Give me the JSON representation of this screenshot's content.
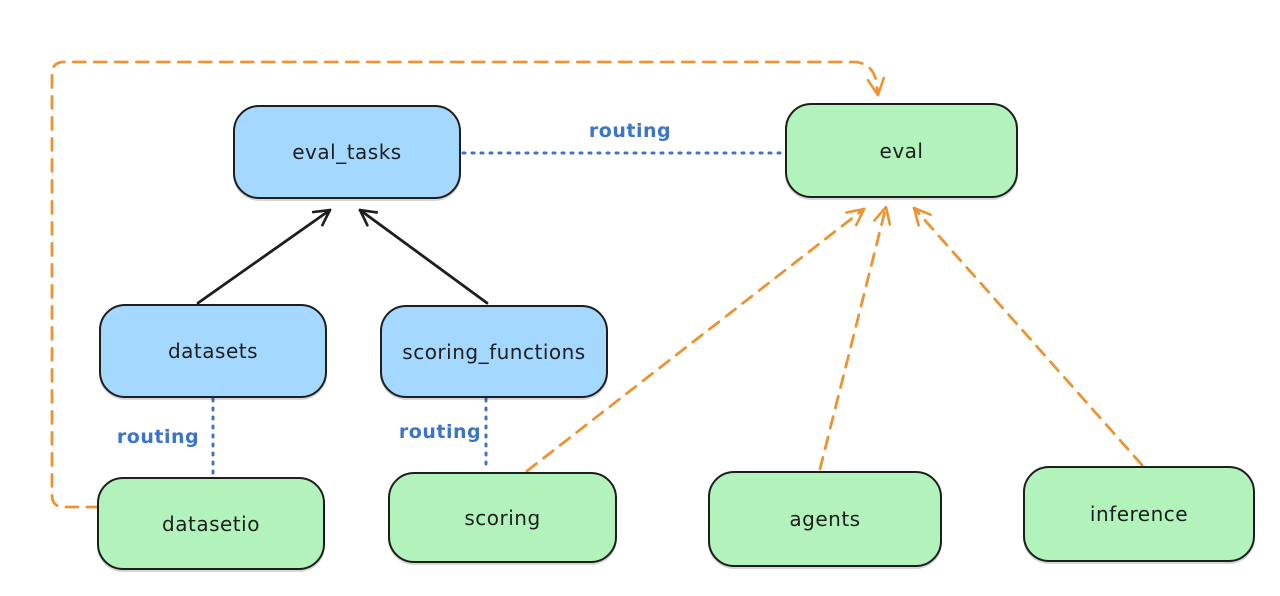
{
  "diagram": {
    "nodes": [
      {
        "id": "eval_tasks",
        "label": "eval_tasks",
        "fill": "blue"
      },
      {
        "id": "eval",
        "label": "eval",
        "fill": "green"
      },
      {
        "id": "datasets",
        "label": "datasets",
        "fill": "blue"
      },
      {
        "id": "scoring_functions",
        "label": "scoring_functions",
        "fill": "blue"
      },
      {
        "id": "datasetio",
        "label": "datasetio",
        "fill": "green"
      },
      {
        "id": "scoring",
        "label": "scoring",
        "fill": "green"
      },
      {
        "id": "agents",
        "label": "agents",
        "fill": "green"
      },
      {
        "id": "inference",
        "label": "inference",
        "fill": "green"
      }
    ],
    "edges": [
      {
        "from": "datasets",
        "to": "eval_tasks",
        "style": "solid",
        "color": "black",
        "label": ""
      },
      {
        "from": "scoring_functions",
        "to": "eval_tasks",
        "style": "solid",
        "color": "black",
        "label": ""
      },
      {
        "from": "eval_tasks",
        "to": "eval",
        "style": "dotted",
        "color": "blue",
        "label": "routing"
      },
      {
        "from": "datasets",
        "to": "datasetio",
        "style": "dotted",
        "color": "blue",
        "label": "routing"
      },
      {
        "from": "scoring_functions",
        "to": "scoring",
        "style": "dotted",
        "color": "blue",
        "label": "routing"
      },
      {
        "from": "datasetio",
        "to": "eval",
        "style": "dashed",
        "color": "orange",
        "label": ""
      },
      {
        "from": "scoring",
        "to": "eval",
        "style": "dashed",
        "color": "orange",
        "label": ""
      },
      {
        "from": "agents",
        "to": "eval",
        "style": "dashed",
        "color": "orange",
        "label": ""
      },
      {
        "from": "inference",
        "to": "eval",
        "style": "dashed",
        "color": "orange",
        "label": ""
      }
    ],
    "colors": {
      "blue_node_fill": "#a5d8ff",
      "green_node_fill": "#b2f2bb",
      "node_stroke": "#1e1e1e",
      "routing_blue": "#3b74c8",
      "orange_dashed": "#ec9434",
      "background": "#ffffff"
    }
  }
}
